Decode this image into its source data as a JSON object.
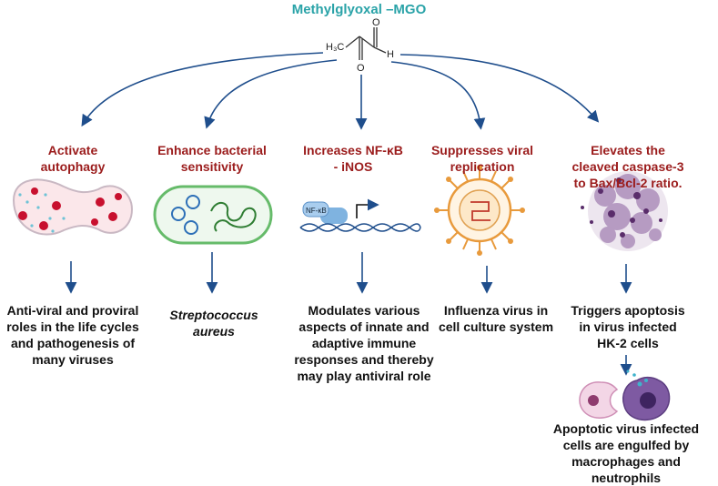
{
  "title": "Methylglyoxal –MGO",
  "molecule": {
    "ch3_label": "H₃C",
    "o_top": "O",
    "o_bottom": "O",
    "h_label": "H"
  },
  "colors": {
    "title": "#2aa3a8",
    "heading": "#9b1c1c",
    "arrow": "#1f4e8c",
    "text": "#111111"
  },
  "effects": [
    {
      "heading": [
        "Activate",
        "autophagy"
      ],
      "icon": "dividing-cell-icon",
      "outcome": [
        "Anti-viral and proviral",
        "roles in the life cycles",
        "and pathogenesis of",
        "many viruses"
      ],
      "italic": false
    },
    {
      "heading": [
        "Enhance bacterial",
        "sensitivity"
      ],
      "icon": "bacterium-icon",
      "outcome": [
        "Streptococcus",
        "aureus"
      ],
      "italic": true
    },
    {
      "heading": [
        "Increases NF-κB",
        "- iNOS"
      ],
      "icon": "nfkb-dna-icon",
      "nfkb_label": "NF-κB",
      "outcome": [
        "Modulates various",
        "aspects of innate and",
        "adaptive immune",
        "responses and thereby",
        "may play antiviral role"
      ],
      "italic": false
    },
    {
      "heading": [
        "Suppresses viral",
        "replication"
      ],
      "icon": "virus-icon",
      "outcome": [
        "Influenza virus in",
        "cell culture system"
      ],
      "italic": false
    },
    {
      "heading": [
        "Elevates the",
        "cleaved caspase-3",
        "to Bax/Bcl-2 ratio."
      ],
      "icon": "apoptotic-cell-icon",
      "outcome": [
        "Triggers apoptosis",
        "in virus infected",
        "HK-2 cells"
      ],
      "italic": false
    }
  ],
  "engulf": {
    "icon": "macrophage-neutrophil-icon",
    "caption": [
      "Apoptotic virus infected",
      "cells are engulfed by",
      "macrophages and neutrophils"
    ]
  }
}
